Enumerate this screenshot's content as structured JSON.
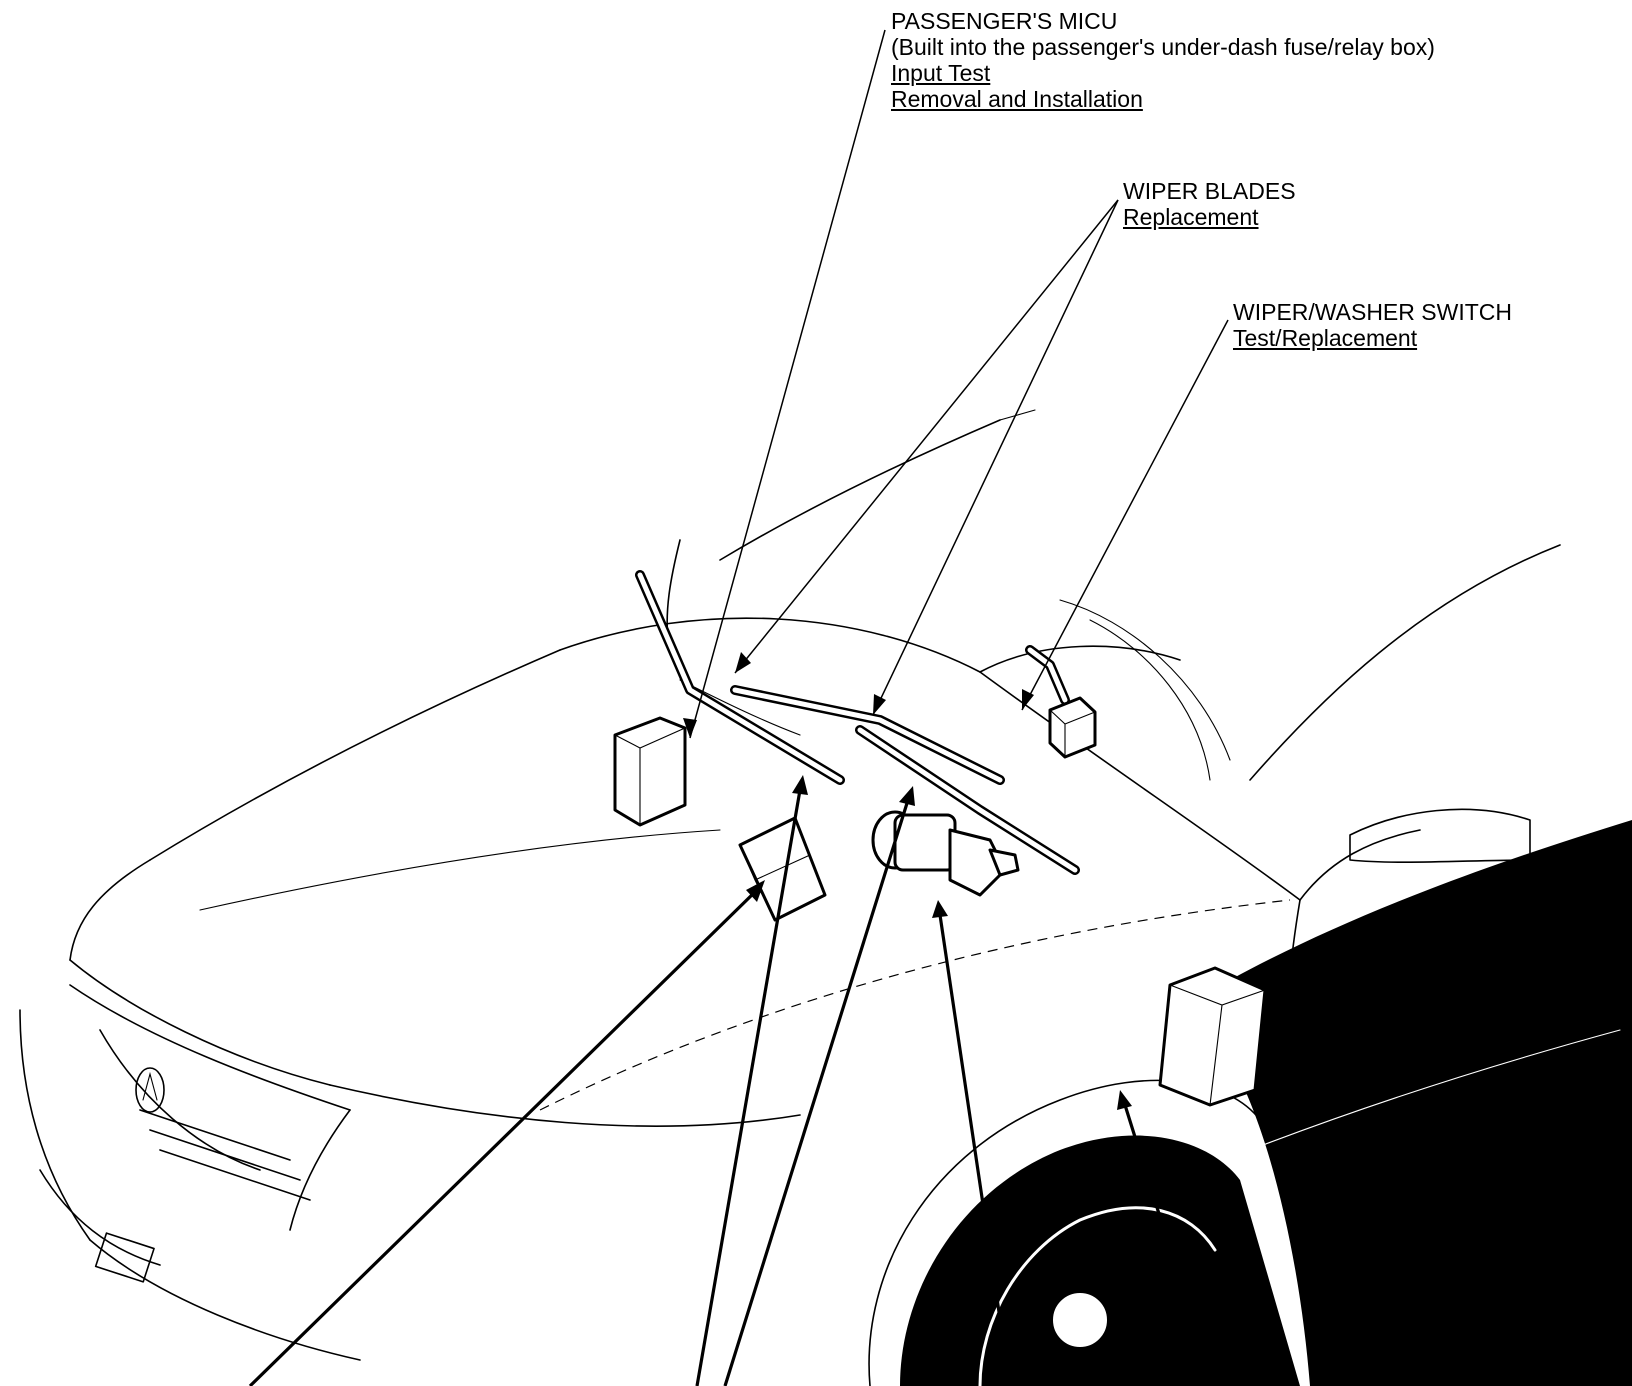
{
  "callouts": {
    "passengers_micu": {
      "title": "PASSENGER'S MICU",
      "note": "(Built into the passenger's under-dash fuse/relay box)",
      "links": [
        "Input Test",
        "Removal and Installation"
      ]
    },
    "wiper_blades": {
      "title": "WIPER BLADES",
      "links": [
        "Replacement"
      ]
    },
    "wiper_washer_switch": {
      "title": "WIPER/WASHER SWITCH",
      "links": [
        "Test/Replacement"
      ]
    },
    "drivers_micu_partial": {
      "title": "DRIVER'S MICU"
    }
  }
}
